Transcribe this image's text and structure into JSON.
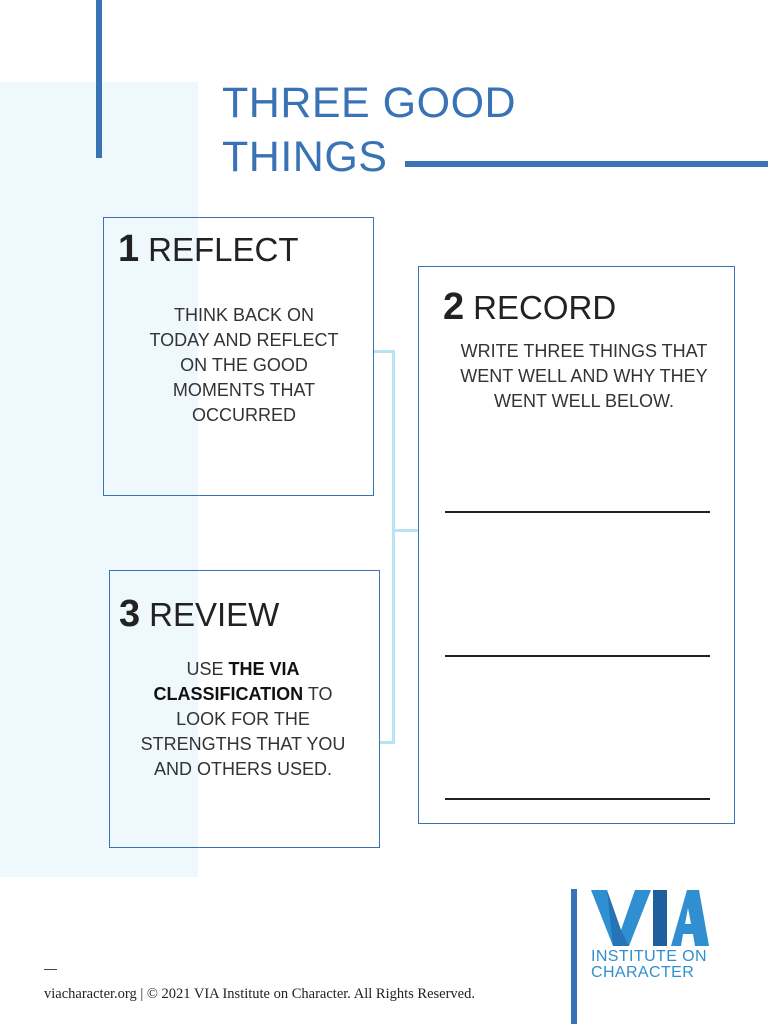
{
  "title": {
    "line1": "THREE GOOD",
    "line2": "THINGS"
  },
  "steps": [
    {
      "number": "1",
      "heading": "REFLECT",
      "body": "THINK BACK ON TODAY AND REFLECT ON THE GOOD MOMENTS THAT OCCURRED"
    },
    {
      "number": "2",
      "heading": "RECORD",
      "body": "WRITE THREE THINGS THAT WENT WELL AND WHY THEY WENT WELL BELOW."
    },
    {
      "number": "3",
      "heading": "REVIEW",
      "body_before": "USE",
      "body_bold": "THE VIA CLASSIFICATION",
      "body_after": "TO LOOK FOR THE STRENGTHS THAT YOU AND OTHERS USED."
    }
  ],
  "logo": {
    "mark": "VIA",
    "sub_line1": "INSTITUTE ON",
    "sub_line2": "CHARACTER"
  },
  "footer": {
    "text": "viacharacter.org | © 2021 VIA Institute on Character. All Rights Reserved."
  },
  "colors": {
    "accent": "#3a73b5",
    "panel": "#eef8fd",
    "connector": "#b9e3f5",
    "logo_light": "#2f8fd0",
    "logo_dark": "#1f5f9e"
  }
}
